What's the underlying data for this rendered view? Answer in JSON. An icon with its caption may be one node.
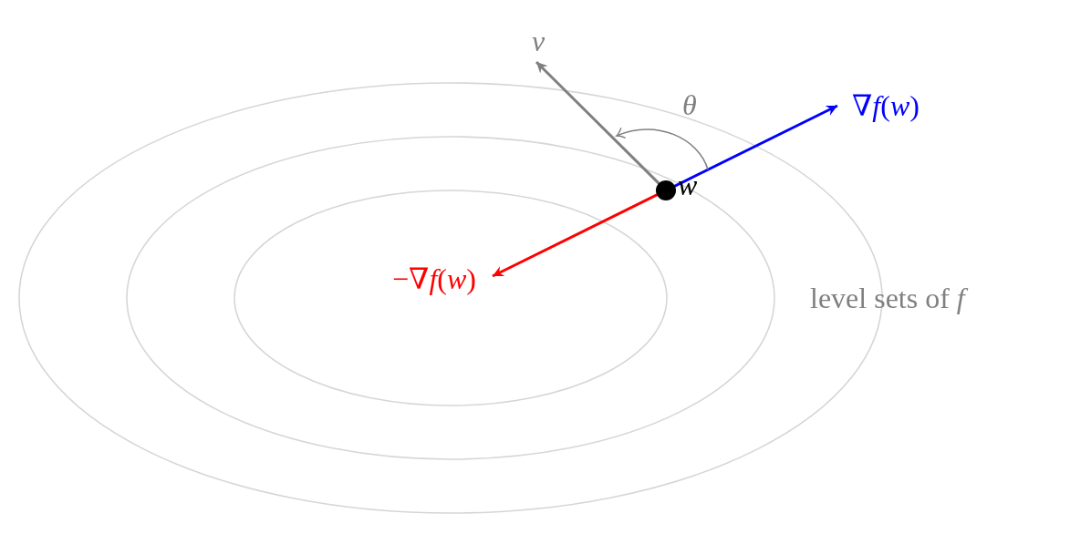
{
  "diagram": {
    "nodes": [
      {
        "text": [],
        "shape": "circle",
        "beside": [
          "w"
        ]
      },
      {
        "text": [
          "v"
        ]
      },
      {
        "text": [
          "∇*f*(*w*)"
        ]
      },
      {
        "text": [
          "−∇*f*(*w*)"
        ]
      }
    ],
    "edges": [
      {
        "from": 0,
        "to": 1,
        "arrow": "to",
        "color": "#808080"
      },
      {
        "from": 0,
        "to": 2,
        "arrow": "to",
        "color": "#0000ff"
      },
      {
        "from": 0,
        "to": 3,
        "arrow": "to",
        "color": "#ff0000"
      }
    ],
    "labels": [
      "θ",
      "level sets of *f*"
    ]
  }
}
